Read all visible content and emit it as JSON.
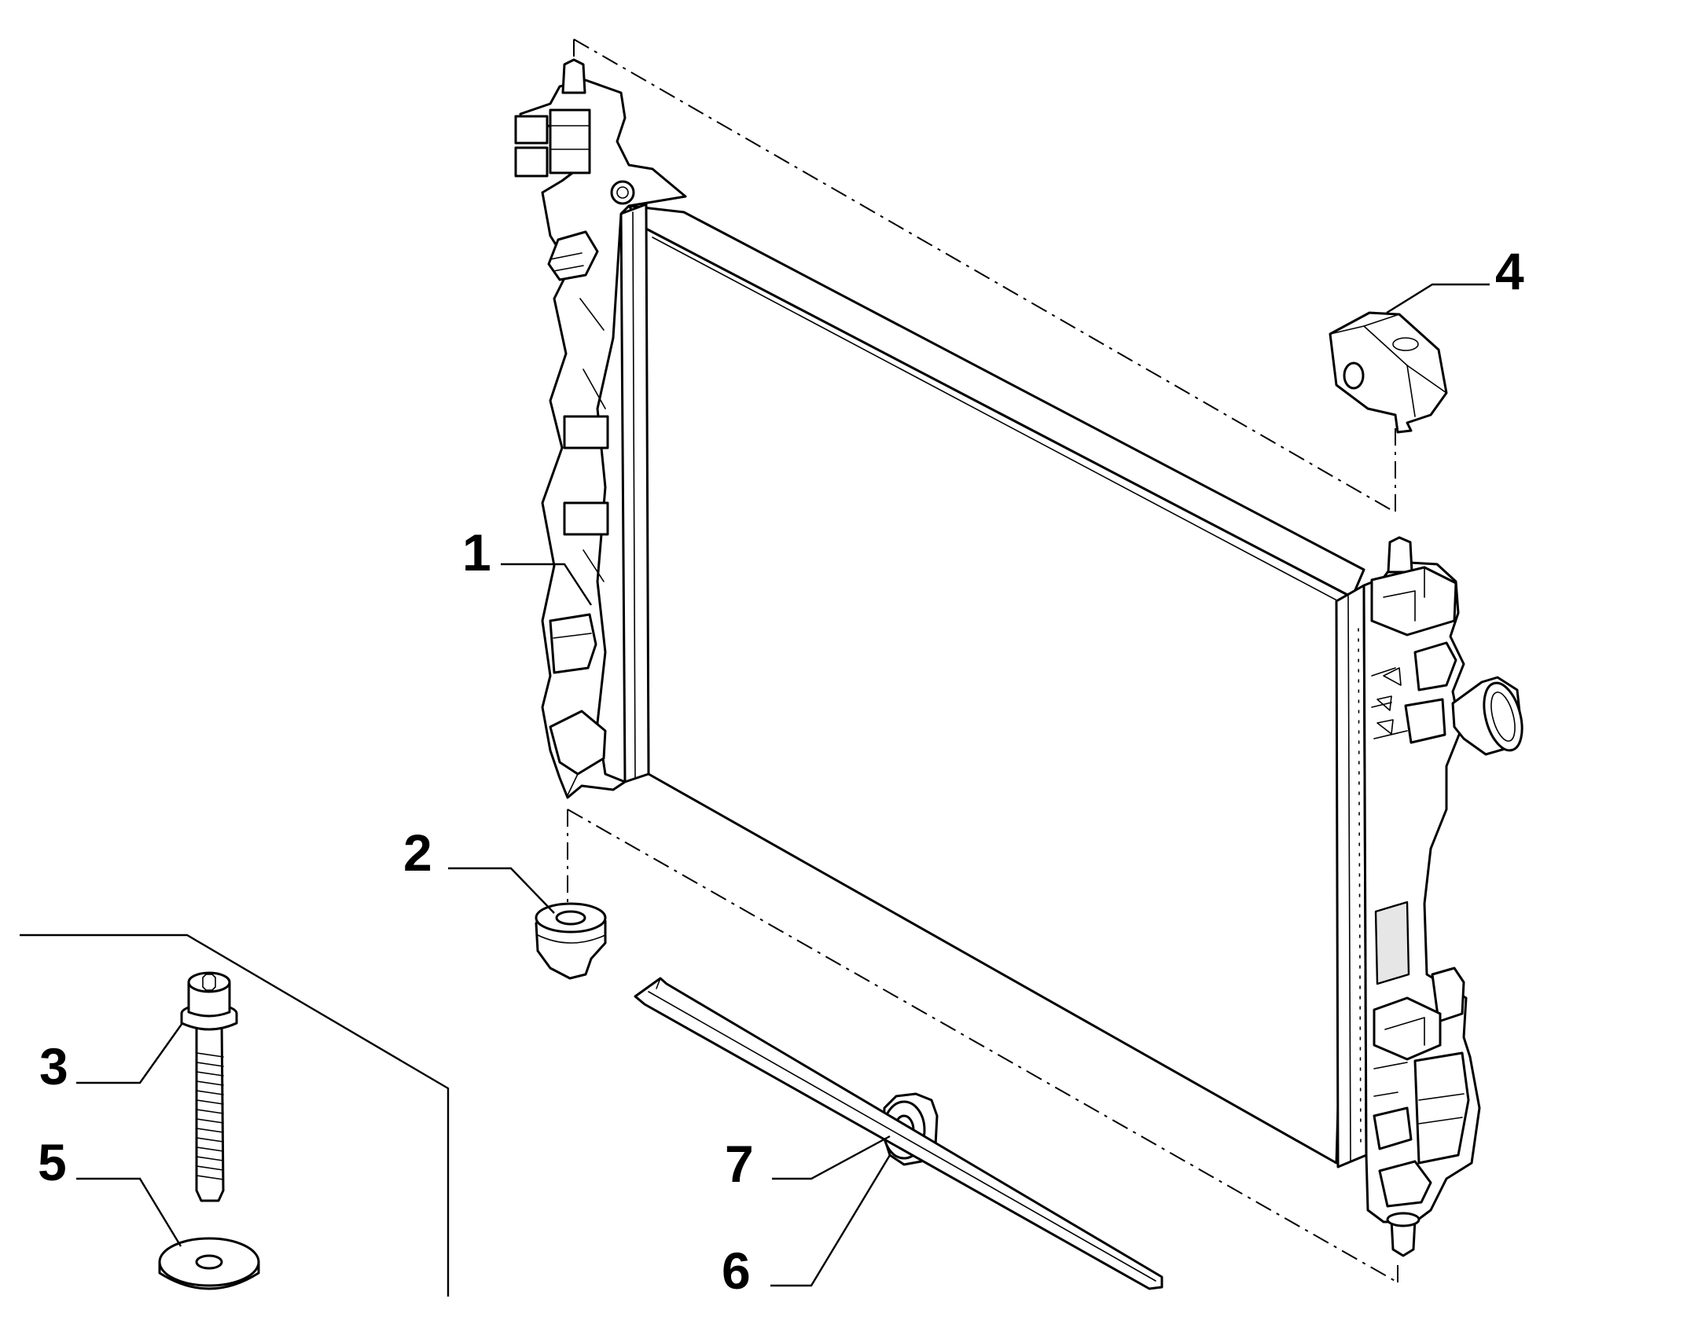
{
  "diagram": {
    "callouts": [
      {
        "number": "1",
        "part": "radiator"
      },
      {
        "number": "2",
        "part": "lower-left-rubber-mount"
      },
      {
        "number": "3",
        "part": "screw"
      },
      {
        "number": "4",
        "part": "upper-right-rubber-mount"
      },
      {
        "number": "5",
        "part": "washer"
      },
      {
        "number": "6",
        "part": "lower-right-rubber-mount"
      },
      {
        "number": "7",
        "part": "seal-strip"
      }
    ]
  }
}
